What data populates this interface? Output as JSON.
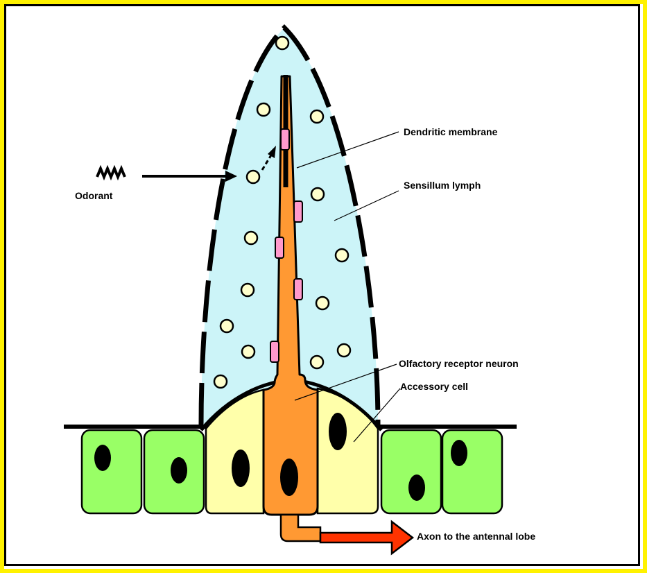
{
  "labels": {
    "odorant": "Odorant",
    "dendritic_membrane": "Dendritic membrane",
    "sensillum_lymph": "Sensillum lymph",
    "olfactory_receptor_neuron": "Olfactory receptor neuron",
    "accessory_cell": "Accessory cell",
    "axon": "Axon to the antennal lobe"
  },
  "colors": {
    "frame": "#fff200",
    "lymph": "#ccf4f8",
    "epidermal_cell": "#99ff66",
    "accessory_cell": "#ffffaa",
    "neuron": "#ff9933",
    "receptor": "#ff99cc",
    "odorant_particle": "#ffffcc",
    "axon_arrow": "#ff3300"
  },
  "icons": {
    "odorant_symbol": "odorant-wave-icon"
  }
}
